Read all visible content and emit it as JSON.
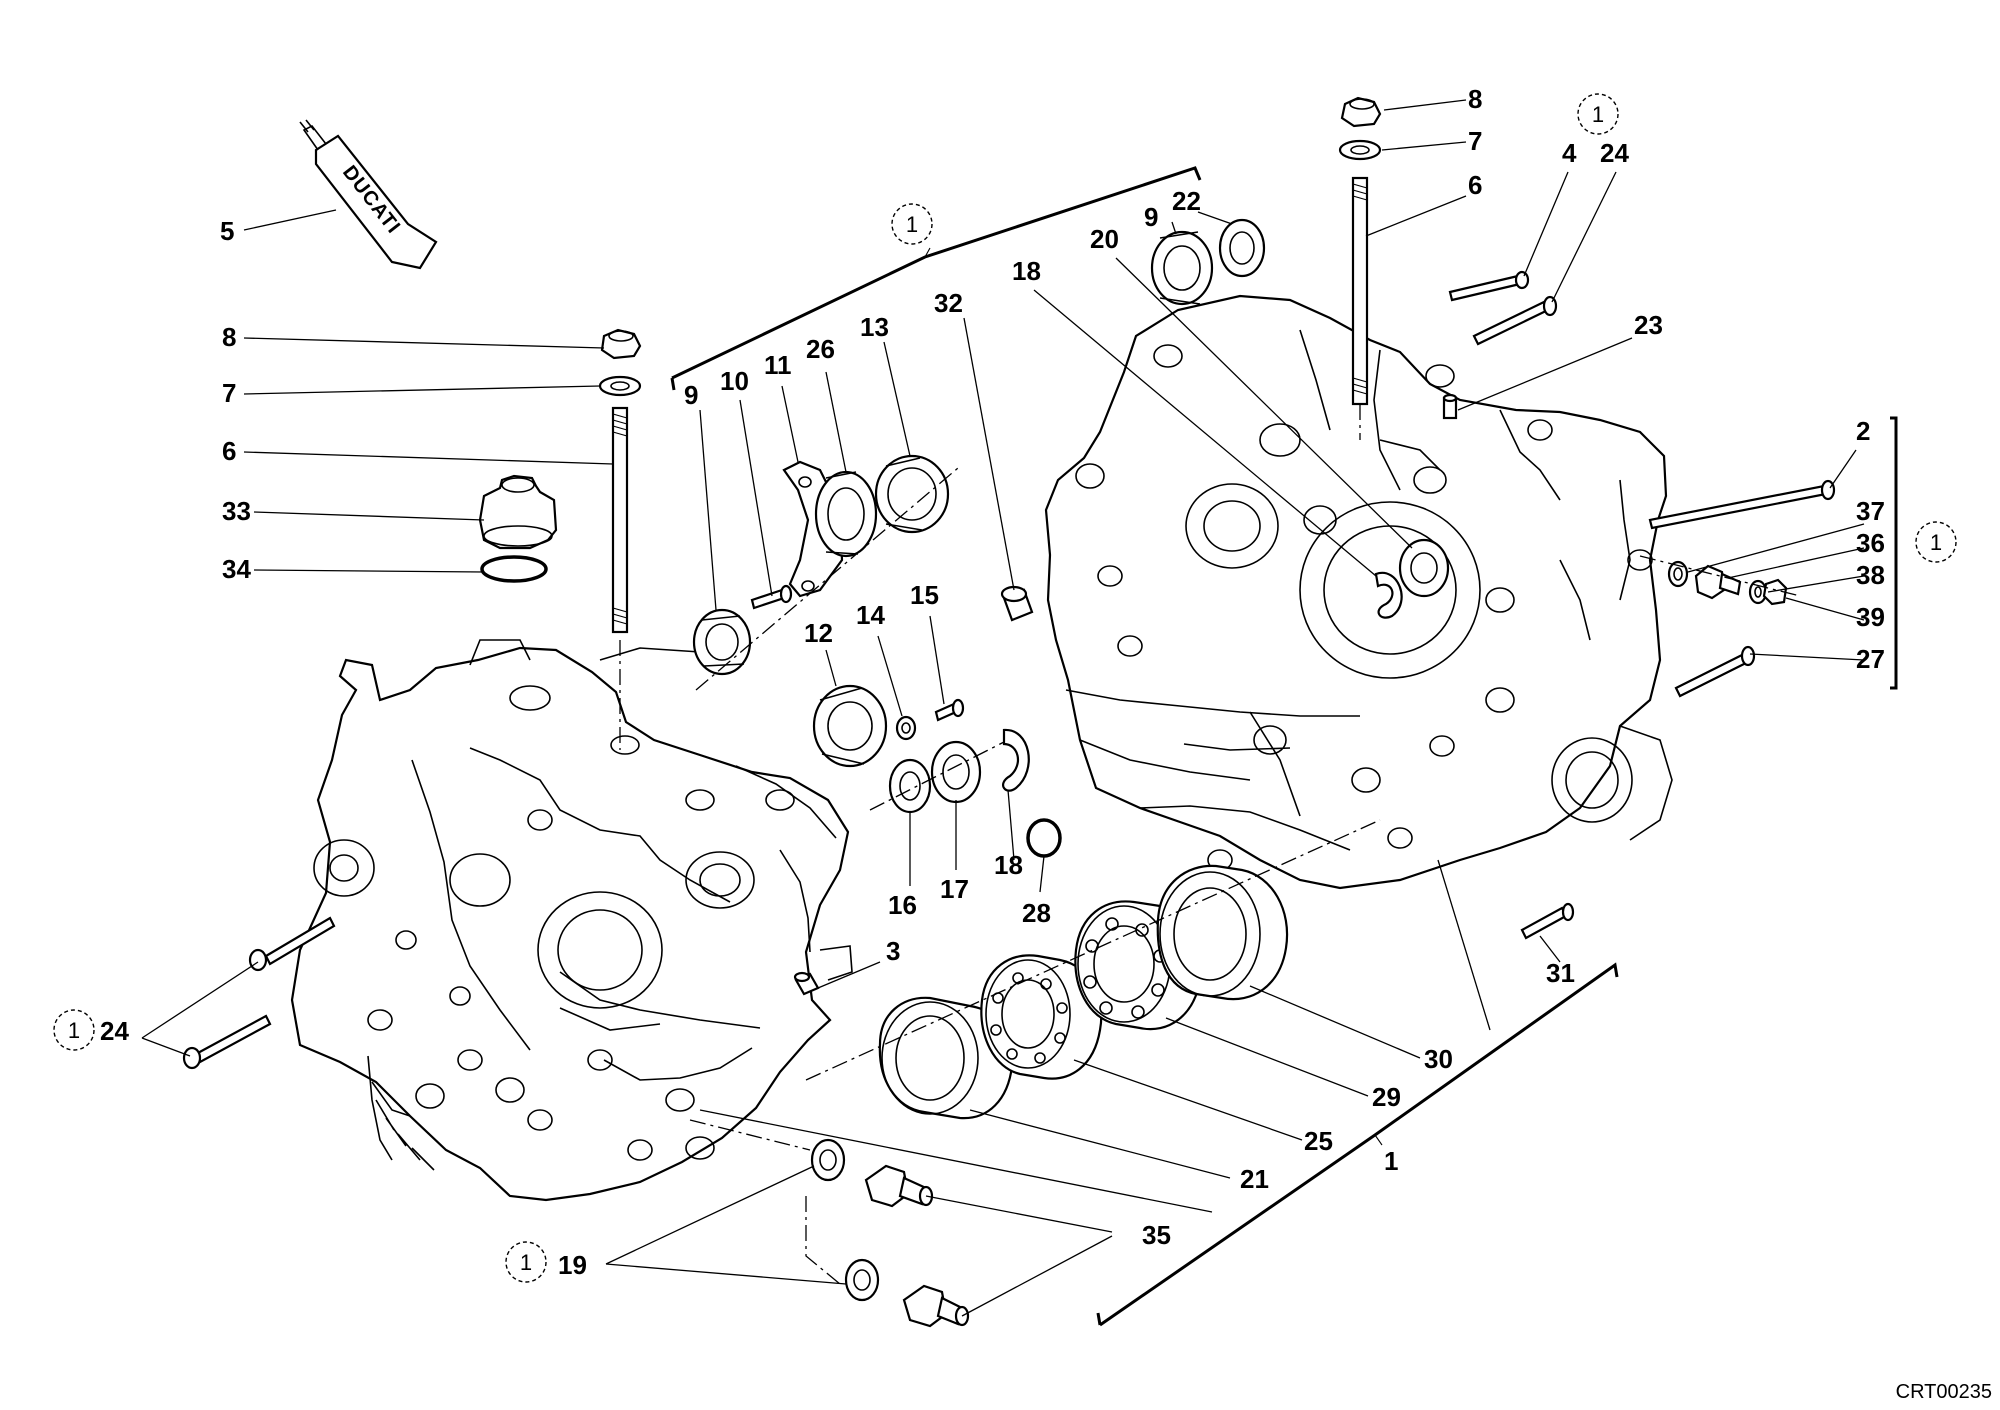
{
  "labels": {
    "l1": "1",
    "l2": "2",
    "l3": "3",
    "l4": "4",
    "l5": "5",
    "l6": "6",
    "l7": "7",
    "l8": "8",
    "l9": "9",
    "l10": "10",
    "l11": "11",
    "l12": "12",
    "l13": "13",
    "l14": "14",
    "l15": "15",
    "l16": "16",
    "l17": "17",
    "l18": "18",
    "l19": "19",
    "l20": "20",
    "l21": "21",
    "l22": "22",
    "l23": "23",
    "l24": "24",
    "l25": "25",
    "l26": "26",
    "l27": "27",
    "l28": "28",
    "l29": "29",
    "l30": "30",
    "l31": "31",
    "l32": "32",
    "l33": "33",
    "l34": "34",
    "l35": "35",
    "l36": "36",
    "l37": "37",
    "l38": "38",
    "l39": "39"
  },
  "group_marker": "1",
  "tube_brand": "DUCATI",
  "drawing_code": "CRT00235",
  "icons": [
    "sealant-tube-icon",
    "crankcase-half-icon",
    "bearing-icon",
    "stud-icon",
    "screw-icon",
    "nut-icon",
    "washer-icon",
    "circlip-icon",
    "plug-icon"
  ]
}
